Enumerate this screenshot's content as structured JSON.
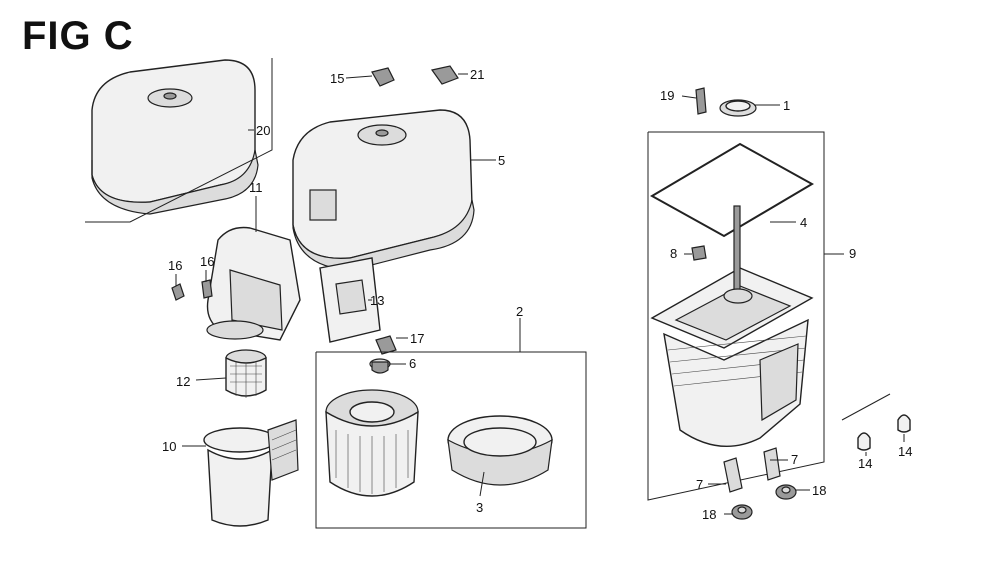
{
  "figure": {
    "title": "FIG C"
  },
  "callouts": [
    {
      "id": "c1",
      "text": "1"
    },
    {
      "id": "c2",
      "text": "2"
    },
    {
      "id": "c3",
      "text": "3"
    },
    {
      "id": "c4",
      "text": "4"
    },
    {
      "id": "c5",
      "text": "5"
    },
    {
      "id": "c6",
      "text": "6"
    },
    {
      "id": "c7a",
      "text": "7"
    },
    {
      "id": "c7b",
      "text": "7"
    },
    {
      "id": "c8",
      "text": "8"
    },
    {
      "id": "c9",
      "text": "9"
    },
    {
      "id": "c10",
      "text": "10"
    },
    {
      "id": "c11",
      "text": "11"
    },
    {
      "id": "c12",
      "text": "12"
    },
    {
      "id": "c13",
      "text": "13"
    },
    {
      "id": "c14a",
      "text": "14"
    },
    {
      "id": "c14b",
      "text": "14"
    },
    {
      "id": "c15",
      "text": "15"
    },
    {
      "id": "c16a",
      "text": "16"
    },
    {
      "id": "c16b",
      "text": "16"
    },
    {
      "id": "c17",
      "text": "17"
    },
    {
      "id": "c18a",
      "text": "18"
    },
    {
      "id": "c18b",
      "text": "18"
    },
    {
      "id": "c19",
      "text": "19"
    },
    {
      "id": "c20",
      "text": "20"
    },
    {
      "id": "c21",
      "text": "21"
    }
  ]
}
